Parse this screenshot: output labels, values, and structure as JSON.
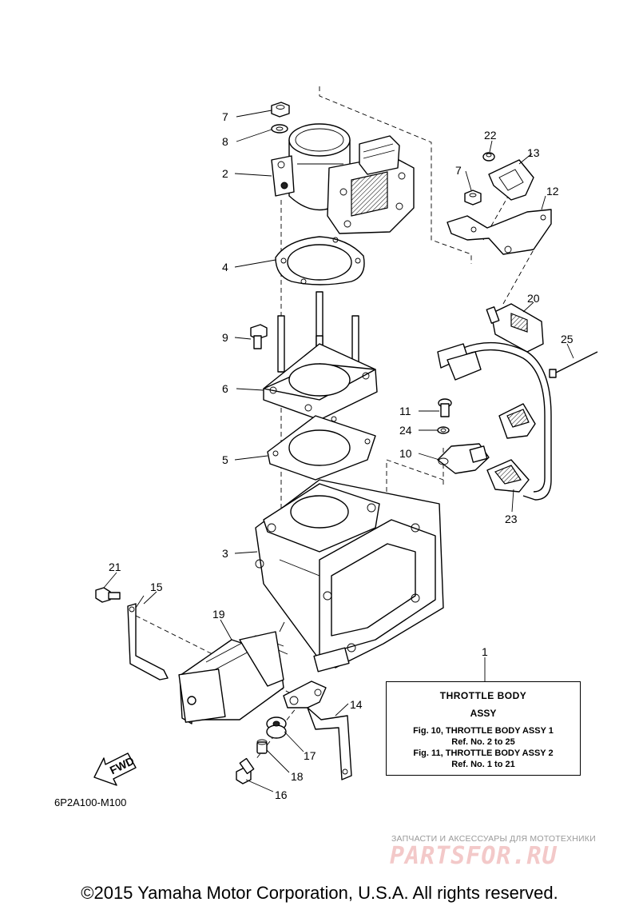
{
  "callouts": {
    "c1": "1",
    "c2": "2",
    "c3": "3",
    "c4": "4",
    "c5": "5",
    "c6": "6",
    "c7a": "7",
    "c7b": "7",
    "c8": "8",
    "c9": "9",
    "c10": "10",
    "c11": "11",
    "c12": "12",
    "c13": "13",
    "c14": "14",
    "c15": "15",
    "c16": "16",
    "c17": "17",
    "c18": "18",
    "c19": "19",
    "c20": "20",
    "c21": "21",
    "c22": "22",
    "c23": "23",
    "c24": "24",
    "c25": "25"
  },
  "legend": {
    "title": "THROTTLE  BODY",
    "subtitle": "ASSY",
    "line1": "Fig. 10, THROTTLE  BODY ASSY 1",
    "line2": "Ref. No. 2 to 25",
    "line3": "Fig. 11, THROTTLE  BODY ASSY 2",
    "line4": "Ref. No. 1 to 21"
  },
  "fwd_label": "FWD",
  "diagram_code": "6P2A100-M100",
  "watermark": {
    "tagline": "ЗАПЧАСТИ И АКСЕССУАРЫ ДЛЯ МОТОТЕХНИКИ",
    "brand": "PARTSFOR.RU"
  },
  "copyright": "©2015 Yamaha Motor Corporation, U.S.A. All rights reserved."
}
